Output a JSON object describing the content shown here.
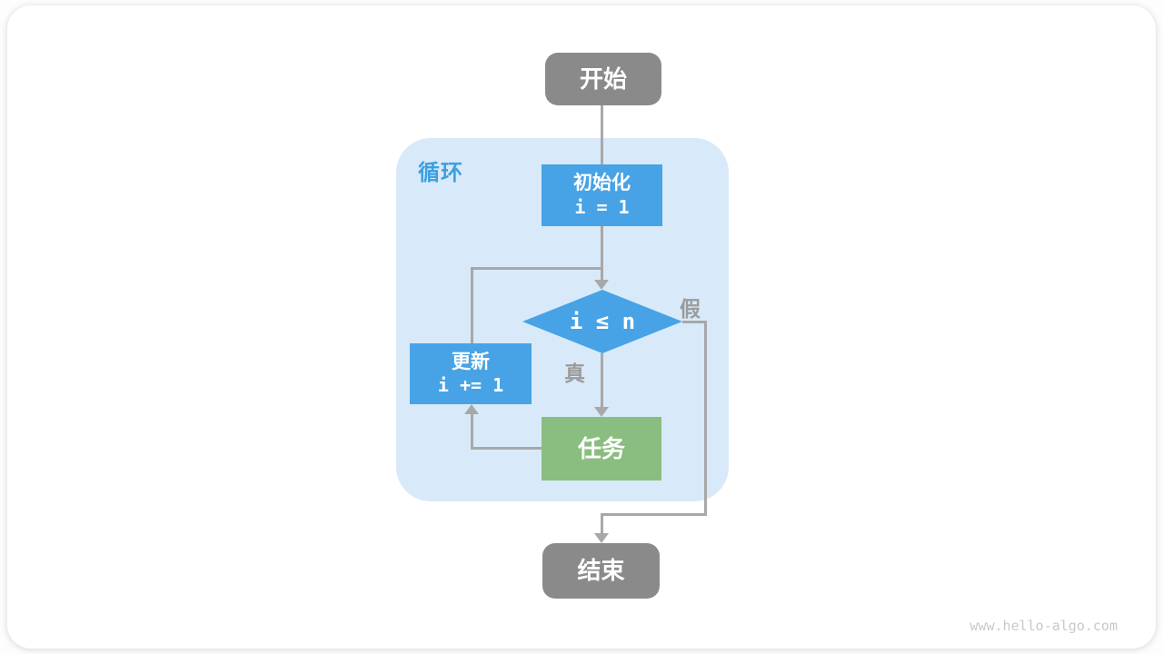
{
  "diagram": {
    "loop_label": "循环",
    "nodes": {
      "start": {
        "label": "开始"
      },
      "init": {
        "line1": "初始化",
        "line2": "i = 1"
      },
      "condition": {
        "label": "i ≤ n"
      },
      "update": {
        "line1": "更新",
        "line2": "i += 1"
      },
      "task": {
        "label": "任务"
      },
      "end": {
        "label": "结束"
      }
    },
    "edge_labels": {
      "true_branch": "真",
      "false_branch": "假"
    },
    "colors": {
      "node_gray": "#8A8A8A",
      "node_blue": "#47A3E5",
      "node_green": "#8ABD80",
      "loop_background": "#D8EAF9",
      "loop_label_blue": "#3D9FE0",
      "line_gray": "#A8A8A8",
      "edge_label_gray": "#9B9B9B",
      "watermark_gray": "#C9C9C9"
    }
  },
  "page": {
    "watermark": "www.hello-algo.com"
  }
}
